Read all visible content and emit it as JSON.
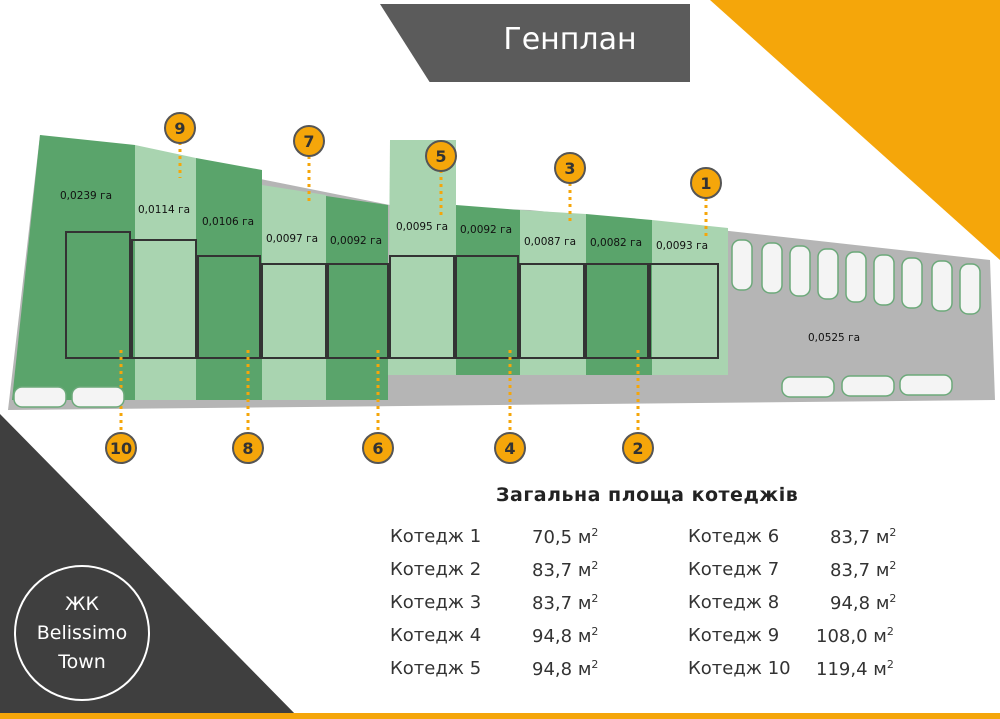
{
  "header": {
    "title": "Генплан"
  },
  "logo": {
    "line1": "ЖК",
    "line2": "Belissimo",
    "line3": "Town"
  },
  "plots": [
    {
      "area": "0,0239 га"
    },
    {
      "area": "0,0114 га"
    },
    {
      "area": "0,0106 га"
    },
    {
      "area": "0,0097 га"
    },
    {
      "area": "0,0092 га"
    },
    {
      "area": "0,0095 га"
    },
    {
      "area": "0,0092 га"
    },
    {
      "area": "0,0087 га"
    },
    {
      "area": "0,0082 га"
    },
    {
      "area": "0,0093 га"
    }
  ],
  "parking_area": "0,0525 га",
  "badges_top": [
    "9",
    "7",
    "5",
    "3",
    "1"
  ],
  "badges_bottom": [
    "10",
    "8",
    "6",
    "4",
    "2"
  ],
  "summary": {
    "title": "Загальна площа котеджів",
    "unit": "м",
    "unit_sup": "2",
    "left": [
      {
        "name": "Котедж 1",
        "value": "70,5"
      },
      {
        "name": "Котедж 2",
        "value": "83,7"
      },
      {
        "name": "Котедж 3",
        "value": "83,7"
      },
      {
        "name": "Котедж 4",
        "value": "94,8"
      },
      {
        "name": "Котедж 5",
        "value": "94,8"
      }
    ],
    "right": [
      {
        "name": "Котедж 6",
        "value": "83,7"
      },
      {
        "name": "Котедж 7",
        "value": "83,7"
      },
      {
        "name": "Котедж 8",
        "value": "94,8"
      },
      {
        "name": "Котедж 9",
        "value": "108,0"
      },
      {
        "name": "Котедж 10",
        "value": "119,4"
      }
    ]
  },
  "colors": {
    "orange": "#f5a60a",
    "dark": "#3f3f3f",
    "green_dark": "#5aa46b",
    "green_light": "#a9d4b0",
    "road": "#b0b0b0"
  }
}
